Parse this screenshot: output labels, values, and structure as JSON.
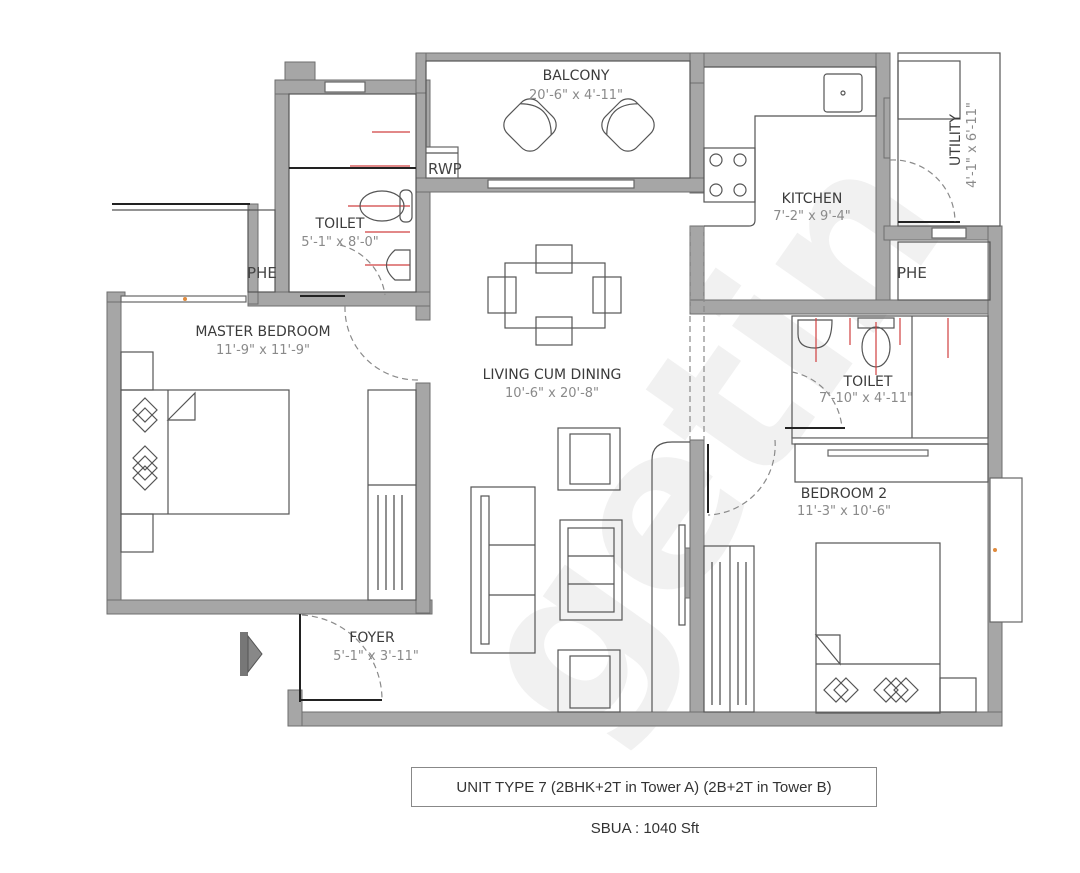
{
  "plan": {
    "rooms": {
      "balcony": {
        "name": "BALCONY",
        "dims": "20'-6\" x 4'-11\""
      },
      "toilet_master": {
        "name": "TOILET",
        "dims": "5'-1\" x 8'-0\""
      },
      "kitchen": {
        "name": "KITCHEN",
        "dims": "7'-2\" x 9'-4\""
      },
      "utility": {
        "name": "UTILITY",
        "dims": "4'-1\" x 6'-11\""
      },
      "master_bedroom": {
        "name": "MASTER BEDROOM",
        "dims": "11'-9\" x 11'-9\""
      },
      "living_dining": {
        "name": "LIVING CUM DINING",
        "dims": "10'-6\" x 20'-8\""
      },
      "toilet_2": {
        "name": "TOILET",
        "dims": "7'-10\" x 4'-11\""
      },
      "bedroom_2": {
        "name": "BEDROOM 2",
        "dims": "11'-3\" x 10'-6\""
      },
      "foyer": {
        "name": "FOYER",
        "dims": "5'-1\" x 3'-11\""
      }
    },
    "tags": {
      "rwp": "RWP",
      "phe_left": "PHE",
      "phe_right": "PHE"
    },
    "watermark": "getin",
    "entry_icon": "entry-arrow-icon"
  },
  "footer": {
    "unit_type": "UNIT TYPE 7 (2BHK+2T in Tower A) (2B+2T in Tower B)",
    "sbua": "SBUA : 1040 Sft"
  },
  "colors": {
    "wall": "#a6a6a6",
    "text": "#3b3b3b",
    "dim_text": "#8a8a8a",
    "plumbing": "#d04040",
    "window_mark": "#e08a3c"
  }
}
